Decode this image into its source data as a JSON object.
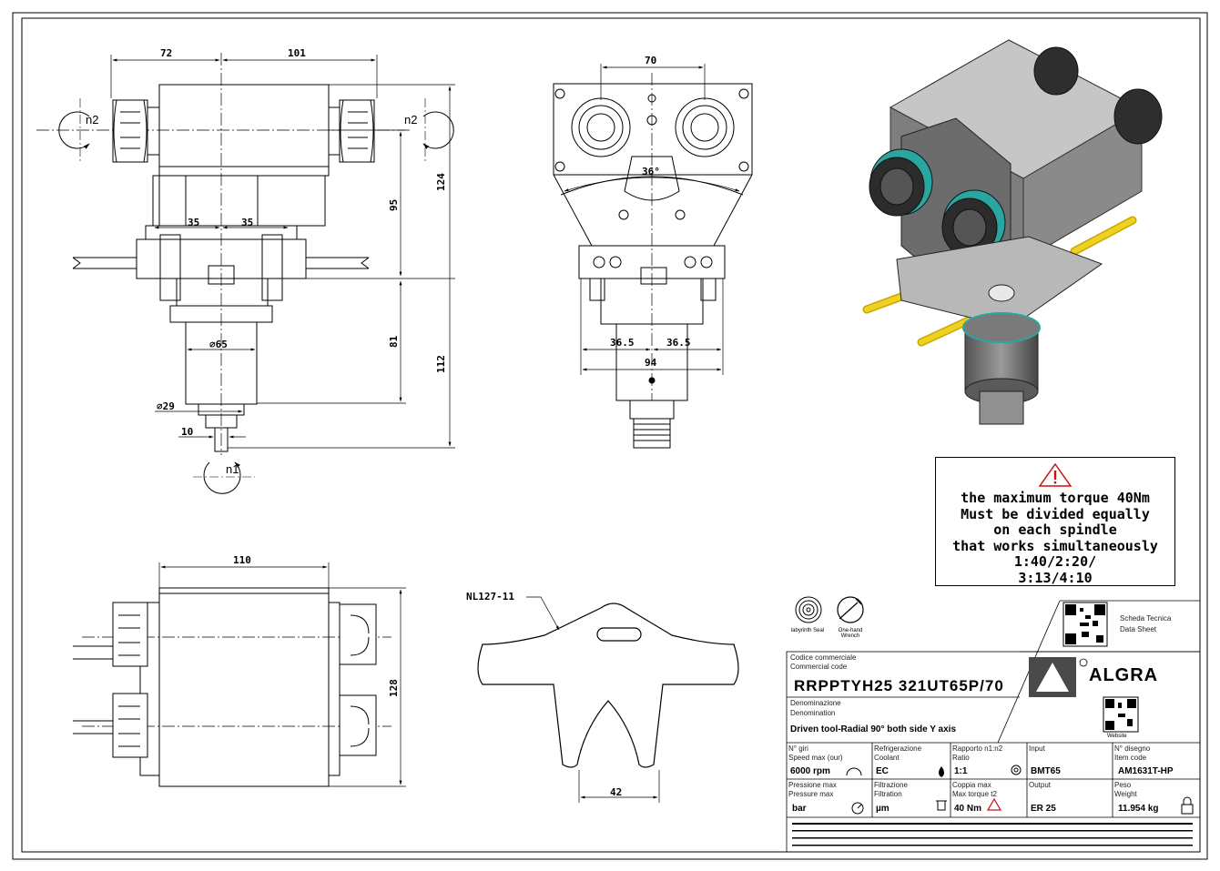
{
  "dimensions": {
    "top_view": [
      "72",
      "101",
      "124",
      "95",
      "35",
      "35",
      "81",
      "112",
      "⌀65",
      "⌀29",
      "10"
    ],
    "side_view": [
      "70",
      "36°",
      "36.5",
      "36.5",
      "94"
    ],
    "bottom_view": [
      "110",
      "128"
    ],
    "key": [
      "NL127-11",
      "42"
    ]
  },
  "rotation_labels": {
    "n2_left": "n2",
    "n2_right": "n2",
    "n1": "n1"
  },
  "warning_note": {
    "lines": [
      "the maximum torque 40Nm",
      "Must be divided equally",
      "on each spindle",
      "that works simultaneously",
      "1:40/2:20/",
      "3:13/4:10"
    ]
  },
  "title_block": {
    "icons": {
      "labyrinth": "labyrinth Seal",
      "wrench": "One-hand Wrench"
    },
    "scheda": [
      "Scheda Tecnica",
      "Data Sheet"
    ],
    "website": "Website",
    "codice_label": [
      "Codice commerciale",
      "Commercial code"
    ],
    "code": "RRPPTYH25 321UT65P/70",
    "denominazione_label": [
      "Denominazione",
      "Denomination"
    ],
    "denomination": "Driven tool-Radial 90° both side Y axis",
    "brand": "ALGRA",
    "cells": {
      "speed_label": [
        "N° giri",
        "Speed max (our)"
      ],
      "speed_value": "6000 rpm",
      "coolant_label": [
        "Refrigerazione",
        "Coolant"
      ],
      "coolant_value": "EC",
      "ratio_label": [
        "Rapporto n1:n2",
        "Ratio"
      ],
      "ratio_value": "1:1",
      "input_label": [
        "Input",
        ""
      ],
      "input_value": "BMT65",
      "drawing_label": [
        "N° disegno",
        "Item code"
      ],
      "drawing_value": "AM1631T-HP",
      "pressure_label": [
        "Pressione max",
        "Pressure max"
      ],
      "pressure_value": "bar",
      "filtration_label": [
        "Filtrazione",
        "Filtration"
      ],
      "filtration_value": "µm",
      "torque_label": [
        "Coppia max",
        "Max torque t2"
      ],
      "torque_value": "40 Nm",
      "output_label": [
        "Output",
        ""
      ],
      "output_value": "ER 25",
      "weight_label": [
        "Peso",
        "Weight"
      ],
      "weight_value": "11.954 kg"
    }
  },
  "colors": {
    "line": "#000000",
    "yellow": "#f0d020",
    "metal_dark": "#505050",
    "metal_mid": "#8a8a8a",
    "metal_light": "#c8c8c8",
    "teal": "#2aa6a0",
    "warn_red": "#cc1111",
    "logo_gray": "#4a4a4a"
  }
}
